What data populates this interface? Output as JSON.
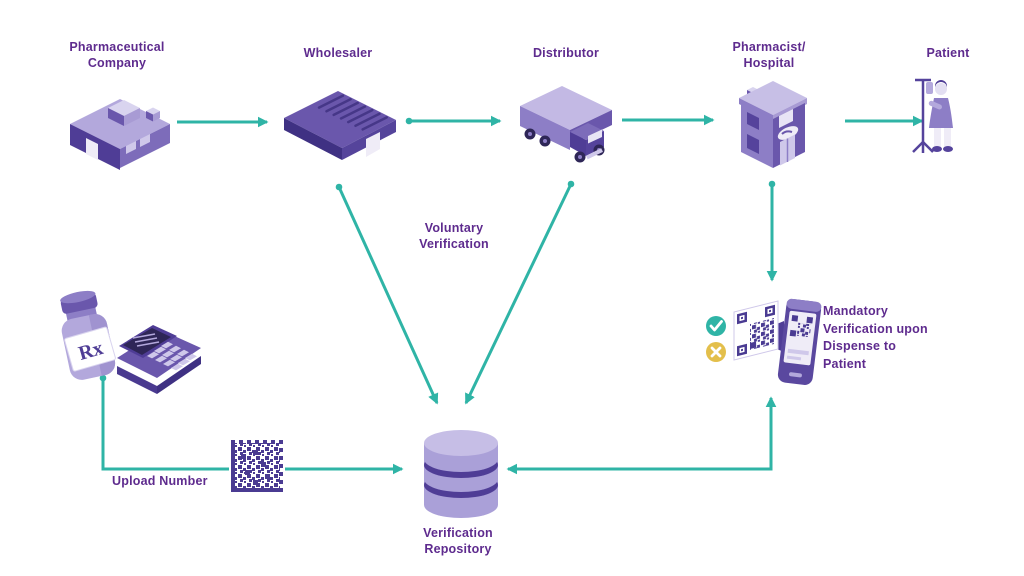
{
  "palette": {
    "accent_teal": "#2fb4a6",
    "text_purple": "#5e2b8e",
    "icon_purple_dark": "#4f3d96",
    "icon_purple": "#6a57ac",
    "icon_purple_light": "#b3a8dc",
    "check_green": "#2fb4a6",
    "cross_yellow": "#e3bf4b"
  },
  "nodes": {
    "company": [
      "Pharmaceutical",
      "Company"
    ],
    "wholesaler": "Wholesaler",
    "distributor": "Distributor",
    "pharmacy": [
      "Pharmacist/",
      "Hospital"
    ],
    "patient": "Patient"
  },
  "labels": {
    "voluntary": [
      "Voluntary",
      "Verification"
    ],
    "mandatory": [
      "Mandatory",
      "Verification upon",
      "Dispense to",
      "Patient"
    ],
    "upload": "Upload Number",
    "repository": [
      "Verification",
      "Repository"
    ],
    "rx": "Rx"
  },
  "icons": [
    "factory-icon",
    "warehouse-icon",
    "truck-icon",
    "pharmacy-building-icon",
    "patient-icon",
    "pill-bottle-icon",
    "barcode-scanner-icon",
    "datamatrix-code-icon",
    "qr-card-icon",
    "smartphone-icon",
    "verified-check-icon",
    "rejected-cross-icon",
    "database-icon"
  ]
}
